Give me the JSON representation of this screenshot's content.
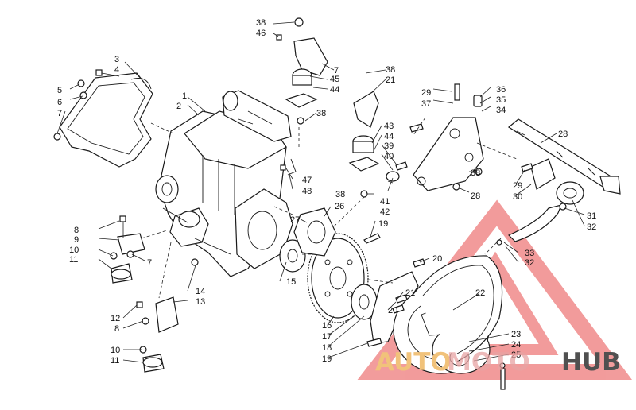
{
  "callouts": [
    {
      "id": "c1",
      "text": "1"
    },
    {
      "id": "c2",
      "text": "2"
    },
    {
      "id": "c3",
      "text": "3"
    },
    {
      "id": "c4",
      "text": "4"
    },
    {
      "id": "c5",
      "text": "5"
    },
    {
      "id": "c6",
      "text": "6"
    },
    {
      "id": "c7a",
      "text": "7"
    },
    {
      "id": "c7b",
      "text": "7"
    },
    {
      "id": "c7c",
      "text": "7"
    },
    {
      "id": "c8a",
      "text": "8"
    },
    {
      "id": "c9",
      "text": "9"
    },
    {
      "id": "c10a",
      "text": "10"
    },
    {
      "id": "c11a",
      "text": "11"
    },
    {
      "id": "c12",
      "text": "12"
    },
    {
      "id": "c8b",
      "text": "8"
    },
    {
      "id": "c10b",
      "text": "10"
    },
    {
      "id": "c11b",
      "text": "11"
    },
    {
      "id": "c13",
      "text": "13"
    },
    {
      "id": "c14",
      "text": "14"
    },
    {
      "id": "c15",
      "text": "15"
    },
    {
      "id": "c16",
      "text": "16"
    },
    {
      "id": "c17",
      "text": "17"
    },
    {
      "id": "c18",
      "text": "18"
    },
    {
      "id": "c19a",
      "text": "19"
    },
    {
      "id": "c19b",
      "text": "19"
    },
    {
      "id": "c20a",
      "text": "20"
    },
    {
      "id": "c20b",
      "text": "20"
    },
    {
      "id": "c21a",
      "text": "21"
    },
    {
      "id": "c21b",
      "text": "21"
    },
    {
      "id": "c22",
      "text": "22"
    },
    {
      "id": "c23",
      "text": "23"
    },
    {
      "id": "c24",
      "text": "24"
    },
    {
      "id": "c25",
      "text": "25"
    },
    {
      "id": "c26",
      "text": "26"
    },
    {
      "id": "c27",
      "text": "27"
    },
    {
      "id": "c28a",
      "text": "28"
    },
    {
      "id": "c28b",
      "text": "28"
    },
    {
      "id": "c29a",
      "text": "29"
    },
    {
      "id": "c29b",
      "text": "29"
    },
    {
      "id": "c30",
      "text": "30"
    },
    {
      "id": "c31",
      "text": "31"
    },
    {
      "id": "c32a",
      "text": "32"
    },
    {
      "id": "c32b",
      "text": "32"
    },
    {
      "id": "c33",
      "text": "33"
    },
    {
      "id": "c34",
      "text": "34"
    },
    {
      "id": "c35",
      "text": "35"
    },
    {
      "id": "c36",
      "text": "36"
    },
    {
      "id": "c37",
      "text": "37"
    },
    {
      "id": "c38a",
      "text": "38"
    },
    {
      "id": "c38b",
      "text": "38"
    },
    {
      "id": "c38c",
      "text": "38"
    },
    {
      "id": "c38d",
      "text": "38"
    },
    {
      "id": "c38e",
      "text": "38"
    },
    {
      "id": "c39",
      "text": "39"
    },
    {
      "id": "c40",
      "text": "40"
    },
    {
      "id": "c41",
      "text": "41"
    },
    {
      "id": "c42",
      "text": "42"
    },
    {
      "id": "c43",
      "text": "43"
    },
    {
      "id": "c44a",
      "text": "44"
    },
    {
      "id": "c44b",
      "text": "44"
    },
    {
      "id": "c45",
      "text": "45"
    },
    {
      "id": "c46",
      "text": "46"
    },
    {
      "id": "c47",
      "text": "47"
    },
    {
      "id": "c48",
      "text": "48"
    }
  ],
  "watermark": {
    "part1": "AUTO",
    "part2": "MOTO",
    "part3": "HUB",
    "colors": {
      "auto": "#f1c27a",
      "moto": "#e8a3a3",
      "hub": "#505050",
      "triangle": "#e84b4b"
    }
  }
}
